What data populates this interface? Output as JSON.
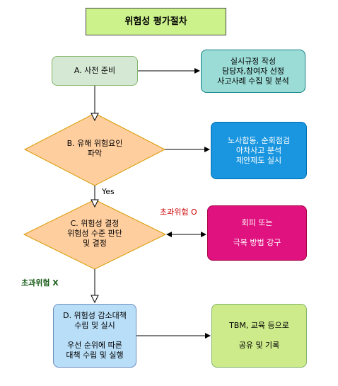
{
  "title": "위험성 평가절차",
  "steps": {
    "a": "A. 사전 준비",
    "a_side": [
      "실시규정 작성",
      "담당자,참여자 선정",
      "사고사례 수집 및 분석"
    ],
    "b": [
      "B. 유해 위험요인",
      "파악"
    ],
    "b_side": [
      "노사합동, 순회점검",
      "아차사고 분석",
      "제안제도 실시"
    ],
    "c": [
      "C. 위험성 결정",
      "위험성 수준 판단",
      "및 결정"
    ],
    "c_side": [
      "회피  또는",
      "극복 방법 강구"
    ],
    "d": [
      "D. 위험성 감소대책",
      "수립 및 실시",
      "우선 순위에 따른",
      "대책 수립 및 실행"
    ],
    "d_side": [
      "TBM, 교육 등으로",
      "공유 및 기록"
    ]
  },
  "labels": {
    "yes": "Yes",
    "excess_o": "초과위험 O",
    "excess_x": "초과위험 X"
  },
  "colors": {
    "title_bg": "#ccf28c",
    "a_bg": "#d5e8d4",
    "a_side_bg": "#9bdcd6",
    "diamond_bg": "#ffce9f",
    "b_side_bg": "#1a96e0",
    "c_side_bg": "#e0127f",
    "d_bg": "#b9def7",
    "d_side_bg": "#cdeb8b"
  }
}
